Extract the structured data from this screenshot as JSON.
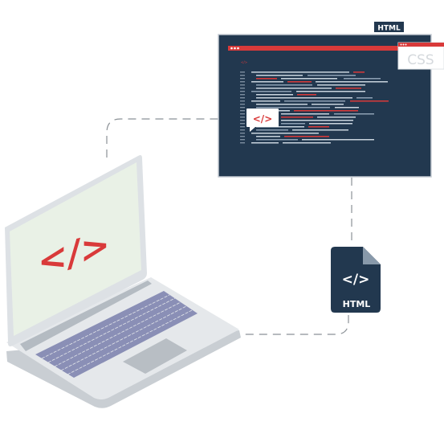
{
  "editor_window": {
    "tag_label": "HTML",
    "css_tab_label": "CSS",
    "code_symbol": "</>"
  },
  "html_file": {
    "symbol": "</>",
    "label": "HTML"
  },
  "laptop": {
    "screen_symbol": "</>"
  },
  "colors": {
    "navy": "#22384f",
    "red": "#d93a3a",
    "laptop_body": "#e5e8eb",
    "laptop_screen": "#e9f1e6",
    "dash": "#8b9196"
  }
}
